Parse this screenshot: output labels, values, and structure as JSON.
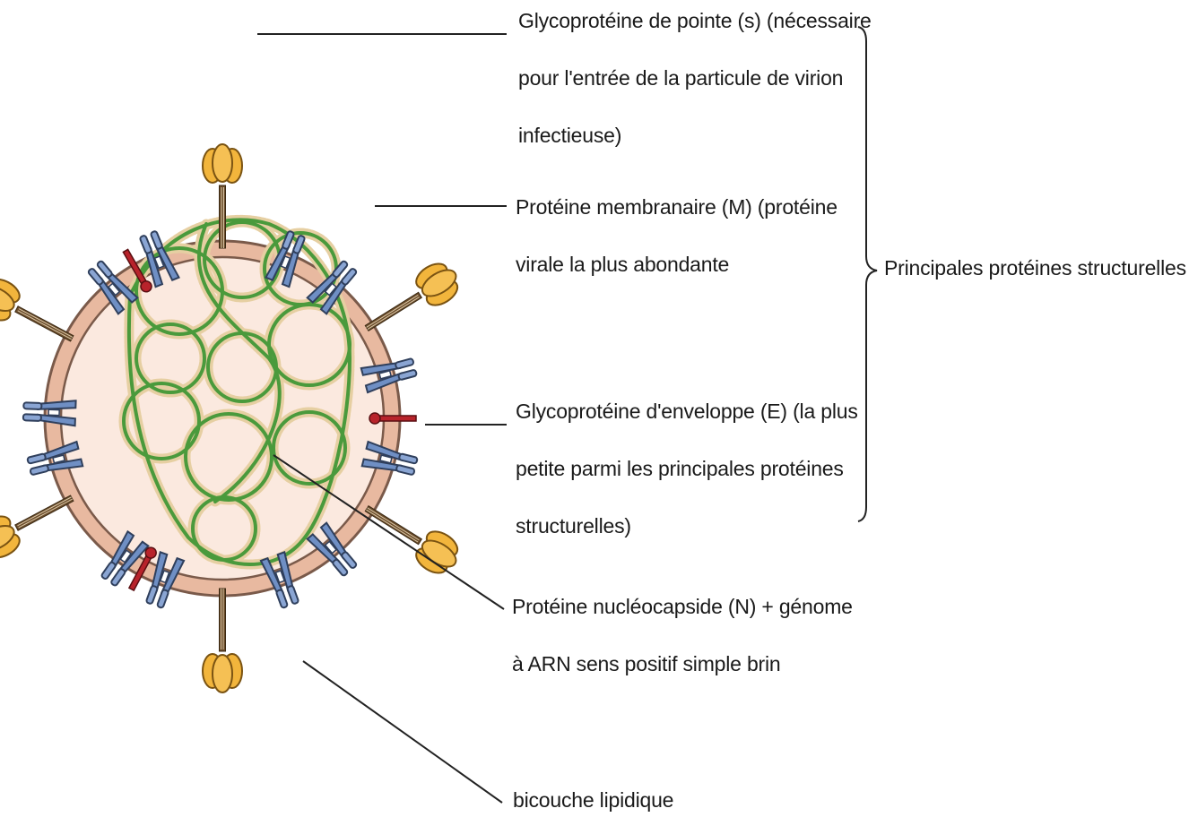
{
  "labels": {
    "spike": {
      "line1": "Glycoprotéine de pointe (s) (nécessaire",
      "line2": "pour l'entrée de la particule de virion",
      "line3": "infectieuse)"
    },
    "membrane": {
      "line1": "Protéine membranaire (M) (protéine",
      "line2": "virale la plus abondante"
    },
    "envelope": {
      "line1": "Glycoprotéine d'enveloppe (E) (la plus",
      "line2": "petite parmi les principales protéines",
      "line3": "structurelles)"
    },
    "nucleocapsid": {
      "line1": "Protéine nucléocapside (N) + génome",
      "line2": "à ARN sens positif simple brin"
    },
    "lipid": {
      "line1": "bicouche lipidique"
    },
    "group": "Principales protéines structurelles"
  },
  "colors": {
    "envelope_ring": "#e8b9a0",
    "envelope_outline": "#7a5a4a",
    "interior": "#fbe9df",
    "spike_head": "#f2b53c",
    "spike_stalk": "#6b4c2a",
    "m_protein": "#6f8fc4",
    "e_protein": "#b8232b",
    "rna_strand": "#4a9a3c",
    "rna_beads": "#e6cfa2",
    "leader_line": "#222222"
  }
}
